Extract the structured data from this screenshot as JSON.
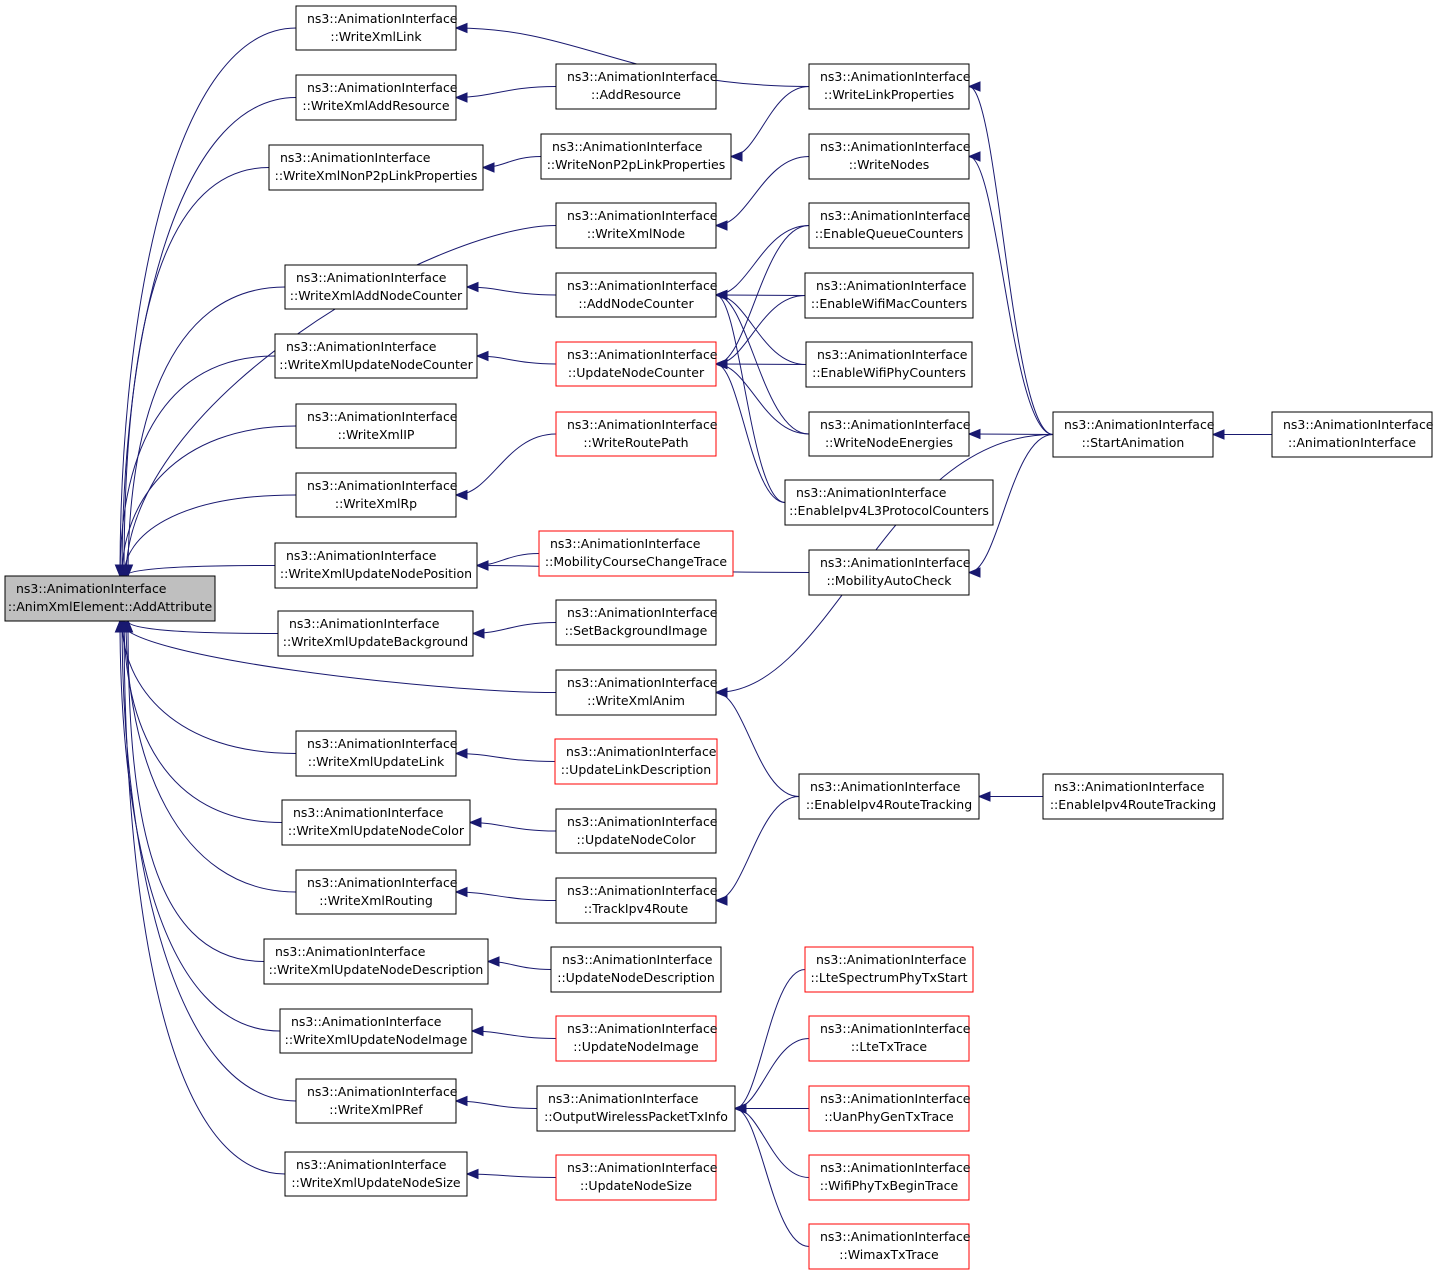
{
  "graph": {
    "root_id": "addattr",
    "colors": {
      "edge": "#191970",
      "box_border": "#000000",
      "box_border_incomplete": "#ff0000",
      "root_fill": "#bfbfbf",
      "box_fill": "#ffffff"
    },
    "nodes": [
      {
        "id": "addattr",
        "line1": "ns3::AnimationInterface",
        "line2": "::AnimXmlElement::AddAttribute",
        "style": "root"
      },
      {
        "id": "wx_link",
        "line1": "ns3::AnimationInterface",
        "line2": "::WriteXmlLink",
        "style": "normal"
      },
      {
        "id": "wx_addres",
        "line1": "ns3::AnimationInterface",
        "line2": "::WriteXmlAddResource",
        "style": "normal"
      },
      {
        "id": "wx_nonp2p",
        "line1": "ns3::AnimationInterface",
        "line2": "::WriteXmlNonP2pLinkProperties",
        "style": "normal"
      },
      {
        "id": "wx_addnodecounter",
        "line1": "ns3::AnimationInterface",
        "line2": "::WriteXmlAddNodeCounter",
        "style": "normal"
      },
      {
        "id": "wx_updnodecounter",
        "line1": "ns3::AnimationInterface",
        "line2": "::WriteXmlUpdateNodeCounter",
        "style": "normal"
      },
      {
        "id": "wx_ip",
        "line1": "ns3::AnimationInterface",
        "line2": "::WriteXmlIP",
        "style": "normal"
      },
      {
        "id": "wx_rp",
        "line1": "ns3::AnimationInterface",
        "line2": "::WriteXmlRp",
        "style": "normal"
      },
      {
        "id": "wx_updnodepos",
        "line1": "ns3::AnimationInterface",
        "line2": "::WriteXmlUpdateNodePosition",
        "style": "normal"
      },
      {
        "id": "wx_updbg",
        "line1": "ns3::AnimationInterface",
        "line2": "::WriteXmlUpdateBackground",
        "style": "normal"
      },
      {
        "id": "wx_updlink",
        "line1": "ns3::AnimationInterface",
        "line2": "::WriteXmlUpdateLink",
        "style": "normal"
      },
      {
        "id": "wx_updnodecolor",
        "line1": "ns3::AnimationInterface",
        "line2": "::WriteXmlUpdateNodeColor",
        "style": "normal"
      },
      {
        "id": "wx_routing",
        "line1": "ns3::AnimationInterface",
        "line2": "::WriteXmlRouting",
        "style": "normal"
      },
      {
        "id": "wx_updnodedesc",
        "line1": "ns3::AnimationInterface",
        "line2": "::WriteXmlUpdateNodeDescription",
        "style": "normal"
      },
      {
        "id": "wx_updnodeimg",
        "line1": "ns3::AnimationInterface",
        "line2": "::WriteXmlUpdateNodeImage",
        "style": "normal"
      },
      {
        "id": "wx_pref",
        "line1": "ns3::AnimationInterface",
        "line2": "::WriteXmlPRef",
        "style": "normal"
      },
      {
        "id": "wx_updnodesize",
        "line1": "ns3::AnimationInterface",
        "line2": "::WriteXmlUpdateNodeSize",
        "style": "normal"
      },
      {
        "id": "addresource",
        "line1": "ns3::AnimationInterface",
        "line2": "::AddResource",
        "style": "normal"
      },
      {
        "id": "writenonp2p",
        "line1": "ns3::AnimationInterface",
        "line2": "::WriteNonP2pLinkProperties",
        "style": "normal"
      },
      {
        "id": "writexmlnode",
        "line1": "ns3::AnimationInterface",
        "line2": "::WriteXmlNode",
        "style": "normal"
      },
      {
        "id": "addnodecounter",
        "line1": "ns3::AnimationInterface",
        "line2": "::AddNodeCounter",
        "style": "normal"
      },
      {
        "id": "updatenodecounter",
        "line1": "ns3::AnimationInterface",
        "line2": "::UpdateNodeCounter",
        "style": "incomplete"
      },
      {
        "id": "writeroutepath",
        "line1": "ns3::AnimationInterface",
        "line2": "::WriteRoutePath",
        "style": "incomplete"
      },
      {
        "id": "mobcourse",
        "line1": "ns3::AnimationInterface",
        "line2": "::MobilityCourseChangeTrace",
        "style": "incomplete"
      },
      {
        "id": "setbg",
        "line1": "ns3::AnimationInterface",
        "line2": "::SetBackgroundImage",
        "style": "normal"
      },
      {
        "id": "writexmlanim",
        "line1": "ns3::AnimationInterface",
        "line2": "::WriteXmlAnim",
        "style": "normal"
      },
      {
        "id": "updlinkdesc",
        "line1": "ns3::AnimationInterface",
        "line2": "::UpdateLinkDescription",
        "style": "incomplete"
      },
      {
        "id": "updnodecolor",
        "line1": "ns3::AnimationInterface",
        "line2": "::UpdateNodeColor",
        "style": "normal"
      },
      {
        "id": "trackipv4",
        "line1": "ns3::AnimationInterface",
        "line2": "::TrackIpv4Route",
        "style": "normal"
      },
      {
        "id": "updnodedesc",
        "line1": "ns3::AnimationInterface",
        "line2": "::UpdateNodeDescription",
        "style": "normal"
      },
      {
        "id": "updnodeimg",
        "line1": "ns3::AnimationInterface",
        "line2": "::UpdateNodeImage",
        "style": "incomplete"
      },
      {
        "id": "outputwireless",
        "line1": "ns3::AnimationInterface",
        "line2": "::OutputWirelessPacketTxInfo",
        "style": "normal"
      },
      {
        "id": "updnodesize",
        "line1": "ns3::AnimationInterface",
        "line2": "::UpdateNodeSize",
        "style": "incomplete"
      },
      {
        "id": "writelinkprops",
        "line1": "ns3::AnimationInterface",
        "line2": "::WriteLinkProperties",
        "style": "normal"
      },
      {
        "id": "writenodes",
        "line1": "ns3::AnimationInterface",
        "line2": "::WriteNodes",
        "style": "normal"
      },
      {
        "id": "enablequeue",
        "line1": "ns3::AnimationInterface",
        "line2": "::EnableQueueCounters",
        "style": "normal"
      },
      {
        "id": "enablewifimac",
        "line1": "ns3::AnimationInterface",
        "line2": "::EnableWifiMacCounters",
        "style": "normal"
      },
      {
        "id": "enablewifiphy",
        "line1": "ns3::AnimationInterface",
        "line2": "::EnableWifiPhyCounters",
        "style": "normal"
      },
      {
        "id": "writenodeenergies",
        "line1": "ns3::AnimationInterface",
        "line2": "::WriteNodeEnergies",
        "style": "normal"
      },
      {
        "id": "enableipv4l3",
        "line1": "ns3::AnimationInterface",
        "line2": "::EnableIpv4L3ProtocolCounters",
        "style": "normal"
      },
      {
        "id": "mobautocheck",
        "line1": "ns3::AnimationInterface",
        "line2": "::MobilityAutoCheck",
        "style": "normal"
      },
      {
        "id": "enableipv4rt_mid",
        "line1": "ns3::AnimationInterface",
        "line2": "::EnableIpv4RouteTracking",
        "style": "normal"
      },
      {
        "id": "ltespectrum",
        "line1": "ns3::AnimationInterface",
        "line2": "::LteSpectrumPhyTxStart",
        "style": "incomplete"
      },
      {
        "id": "ltetx",
        "line1": "ns3::AnimationInterface",
        "line2": "::LteTxTrace",
        "style": "incomplete"
      },
      {
        "id": "uanphy",
        "line1": "ns3::AnimationInterface",
        "line2": "::UanPhyGenTxTrace",
        "style": "incomplete"
      },
      {
        "id": "wifiphytx",
        "line1": "ns3::AnimationInterface",
        "line2": "::WifiPhyTxBeginTrace",
        "style": "incomplete"
      },
      {
        "id": "wimaxtx",
        "line1": "ns3::AnimationInterface",
        "line2": "::WimaxTxTrace",
        "style": "incomplete"
      },
      {
        "id": "startanim",
        "line1": "ns3::AnimationInterface",
        "line2": "::StartAnimation",
        "style": "normal"
      },
      {
        "id": "enableipv4rt_right",
        "line1": "ns3::AnimationInterface",
        "line2": "::EnableIpv4RouteTracking",
        "style": "normal"
      },
      {
        "id": "animinterface",
        "line1": "ns3::AnimationInterface",
        "line2": "::AnimationInterface",
        "style": "normal"
      }
    ],
    "edges": [
      {
        "from": "wx_link",
        "to": "addattr"
      },
      {
        "from": "wx_addres",
        "to": "addattr"
      },
      {
        "from": "wx_nonp2p",
        "to": "addattr"
      },
      {
        "from": "writexmlnode",
        "to": "addattr"
      },
      {
        "from": "wx_addnodecounter",
        "to": "addattr"
      },
      {
        "from": "wx_updnodecounter",
        "to": "addattr"
      },
      {
        "from": "wx_ip",
        "to": "addattr"
      },
      {
        "from": "wx_rp",
        "to": "addattr"
      },
      {
        "from": "wx_updnodepos",
        "to": "addattr"
      },
      {
        "from": "wx_updbg",
        "to": "addattr"
      },
      {
        "from": "writexmlanim",
        "to": "addattr"
      },
      {
        "from": "wx_updlink",
        "to": "addattr"
      },
      {
        "from": "wx_updnodecolor",
        "to": "addattr"
      },
      {
        "from": "wx_routing",
        "to": "addattr"
      },
      {
        "from": "wx_updnodedesc",
        "to": "addattr"
      },
      {
        "from": "wx_updnodeimg",
        "to": "addattr"
      },
      {
        "from": "wx_pref",
        "to": "addattr"
      },
      {
        "from": "wx_updnodesize",
        "to": "addattr"
      },
      {
        "from": "addresource",
        "to": "wx_addres"
      },
      {
        "from": "writenonp2p",
        "to": "wx_nonp2p"
      },
      {
        "from": "addnodecounter",
        "to": "wx_addnodecounter"
      },
      {
        "from": "updatenodecounter",
        "to": "wx_updnodecounter"
      },
      {
        "from": "writeroutepath",
        "to": "wx_rp"
      },
      {
        "from": "mobcourse",
        "to": "wx_updnodepos"
      },
      {
        "from": "mobautocheck",
        "to": "wx_updnodepos"
      },
      {
        "from": "setbg",
        "to": "wx_updbg"
      },
      {
        "from": "updlinkdesc",
        "to": "wx_updlink"
      },
      {
        "from": "updnodecolor",
        "to": "wx_updnodecolor"
      },
      {
        "from": "trackipv4",
        "to": "wx_routing"
      },
      {
        "from": "updnodedesc",
        "to": "wx_updnodedesc"
      },
      {
        "from": "updnodeimg",
        "to": "wx_updnodeimg"
      },
      {
        "from": "outputwireless",
        "to": "wx_pref"
      },
      {
        "from": "updnodesize",
        "to": "wx_updnodesize"
      },
      {
        "from": "writelinkprops",
        "to": "wx_link"
      },
      {
        "from": "writelinkprops",
        "to": "writenonp2p"
      },
      {
        "from": "writenodes",
        "to": "writexmlnode"
      },
      {
        "from": "enablequeue",
        "to": "addnodecounter"
      },
      {
        "from": "enablewifimac",
        "to": "addnodecounter"
      },
      {
        "from": "enablewifiphy",
        "to": "addnodecounter"
      },
      {
        "from": "writenodeenergies",
        "to": "addnodecounter"
      },
      {
        "from": "enableipv4l3",
        "to": "addnodecounter"
      },
      {
        "from": "enablequeue",
        "to": "updatenodecounter"
      },
      {
        "from": "enablewifimac",
        "to": "updatenodecounter"
      },
      {
        "from": "enablewifiphy",
        "to": "updatenodecounter"
      },
      {
        "from": "writenodeenergies",
        "to": "updatenodecounter"
      },
      {
        "from": "enableipv4l3",
        "to": "updatenodecounter"
      },
      {
        "from": "startanim",
        "to": "writexmlanim"
      },
      {
        "from": "enableipv4rt_mid",
        "to": "writexmlanim"
      },
      {
        "from": "enableipv4rt_mid",
        "to": "trackipv4"
      },
      {
        "from": "ltespectrum",
        "to": "outputwireless"
      },
      {
        "from": "ltetx",
        "to": "outputwireless"
      },
      {
        "from": "uanphy",
        "to": "outputwireless"
      },
      {
        "from": "wifiphytx",
        "to": "outputwireless"
      },
      {
        "from": "wimaxtx",
        "to": "outputwireless"
      },
      {
        "from": "startanim",
        "to": "writelinkprops"
      },
      {
        "from": "startanim",
        "to": "writenodes"
      },
      {
        "from": "startanim",
        "to": "writenodeenergies"
      },
      {
        "from": "startanim",
        "to": "mobautocheck"
      },
      {
        "from": "animinterface",
        "to": "startanim"
      },
      {
        "from": "enableipv4rt_right",
        "to": "enableipv4rt_mid"
      }
    ]
  }
}
